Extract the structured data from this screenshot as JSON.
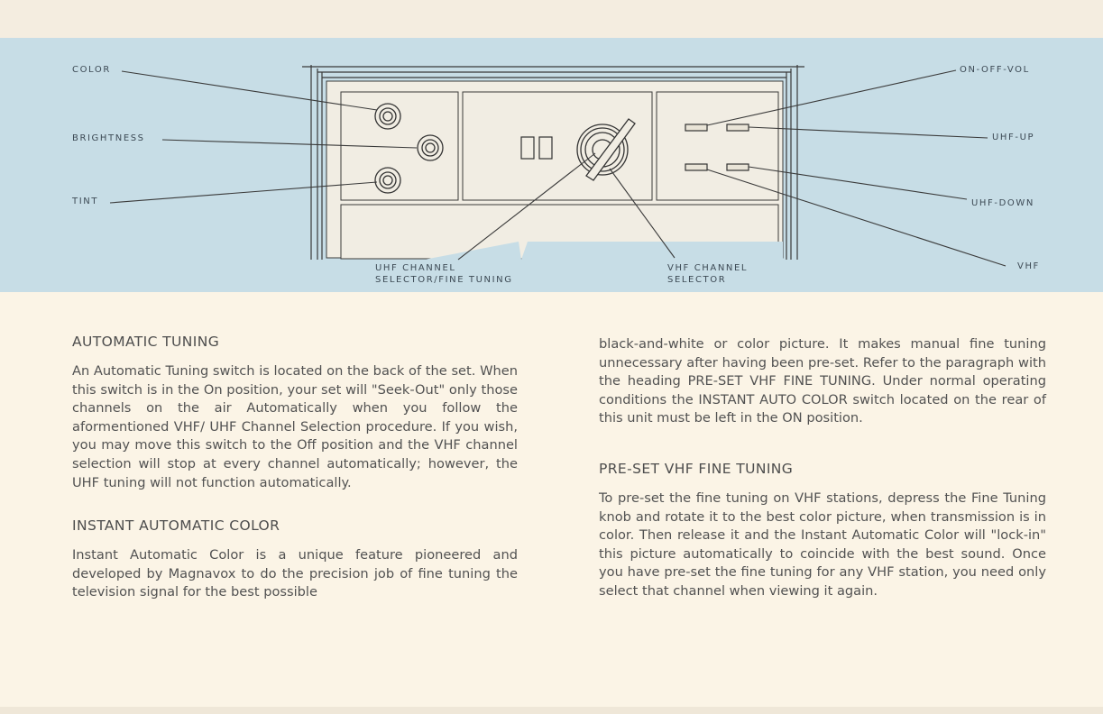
{
  "diagram": {
    "labels": {
      "color": "COLOR",
      "brightness": "BRIGHTNESS",
      "tint": "TINT",
      "on_off_vol": "ON-OFF-VOL",
      "uhf_up": "UHF-UP",
      "uhf_down": "UHF-DOWN",
      "vhf": "VHF",
      "uhf_channel_line1": "UHF CHANNEL",
      "uhf_channel_line2": "SELECTOR/FINE TUNING",
      "vhf_channel_line1": "VHF CHANNEL",
      "vhf_channel_line2": "SELECTOR"
    },
    "colors": {
      "band": "#c7dde6",
      "panel": "#f1ede3",
      "line": "#3a3a3a"
    }
  },
  "left_column": {
    "automatic_tuning": {
      "heading": "AUTOMATIC TUNING",
      "body": "An Automatic Tuning switch is located on the back of the set. When this switch is in the On position, your set will \"Seek-Out\" only those channels on the air Automatically when you follow the aformentioned VHF/ UHF Channel Selection procedure. If you wish, you may move this switch to the Off position and the VHF channel selection will stop at every channel automatically; however, the UHF tuning will not function automatically."
    },
    "instant_automatic_color": {
      "heading": "INSTANT AUTOMATIC COLOR",
      "body": "Instant Automatic Color is a unique feature pioneered and developed by Magnavox to do the precision job of fine tuning the television signal for the best possible"
    }
  },
  "right_column": {
    "continuation": "black-and-white or color picture. It makes manual fine tuning unnecessary after having been pre-set. Refer to the paragraph with the heading PRE-SET VHF FINE TUNING. Under normal operating conditions the INSTANT AUTO COLOR switch located on the rear of this unit must be left in the ON position.",
    "preset_vhf": {
      "heading": "PRE-SET VHF FINE TUNING",
      "body": "To pre-set the fine tuning on VHF stations, depress the Fine Tuning knob and rotate it to the best color picture, when transmission is in color. Then release it and the Instant Automatic Color will \"lock-in\" this picture automatically to coincide with the best sound. Once you have pre-set the fine tuning for any VHF station, you need only select that channel when viewing it again."
    }
  }
}
